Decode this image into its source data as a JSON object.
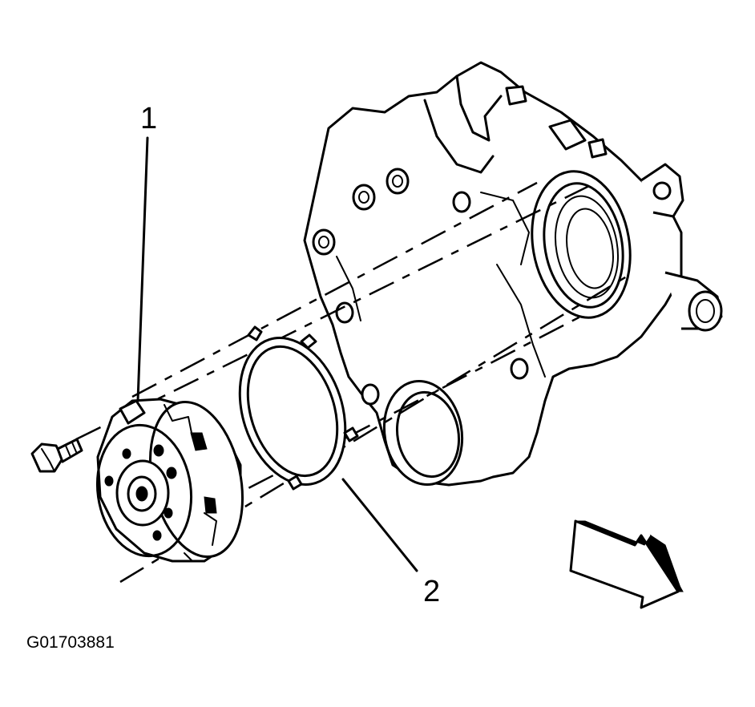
{
  "callouts": {
    "item_1": "1",
    "item_2": "2"
  },
  "figure_id": "G01703881",
  "icons": {
    "direction_arrow": "arrow-right-down-icon"
  },
  "colors": {
    "line": "#000000",
    "background": "#ffffff"
  }
}
